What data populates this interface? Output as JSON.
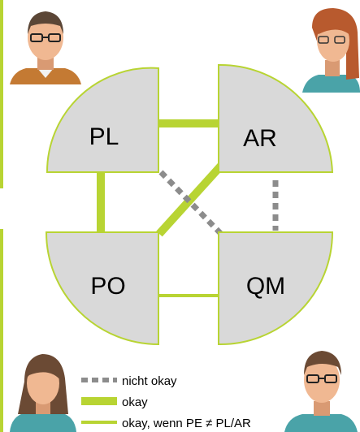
{
  "roles": {
    "pl": "PL",
    "ar": "AR",
    "po": "PO",
    "qm": "QM"
  },
  "legend": {
    "not_okay": "nicht okay",
    "okay": "okay",
    "okay_conditional": "okay, wenn PE ≠ PL/AR"
  },
  "colors": {
    "accent_green": "#b8d433",
    "quadrant_fill": "#d9d9d9",
    "quadrant_stroke": "#b8d433",
    "not_okay_gray": "#8c8c8c",
    "sidebar_green": "#b8d433"
  },
  "icons": {
    "top_left": "man-glasses-avatar-icon",
    "top_right": "woman-red-hair-avatar-icon",
    "bottom_left": "woman-brown-hair-avatar-icon",
    "bottom_right": "man-glasses-avatar-icon"
  }
}
